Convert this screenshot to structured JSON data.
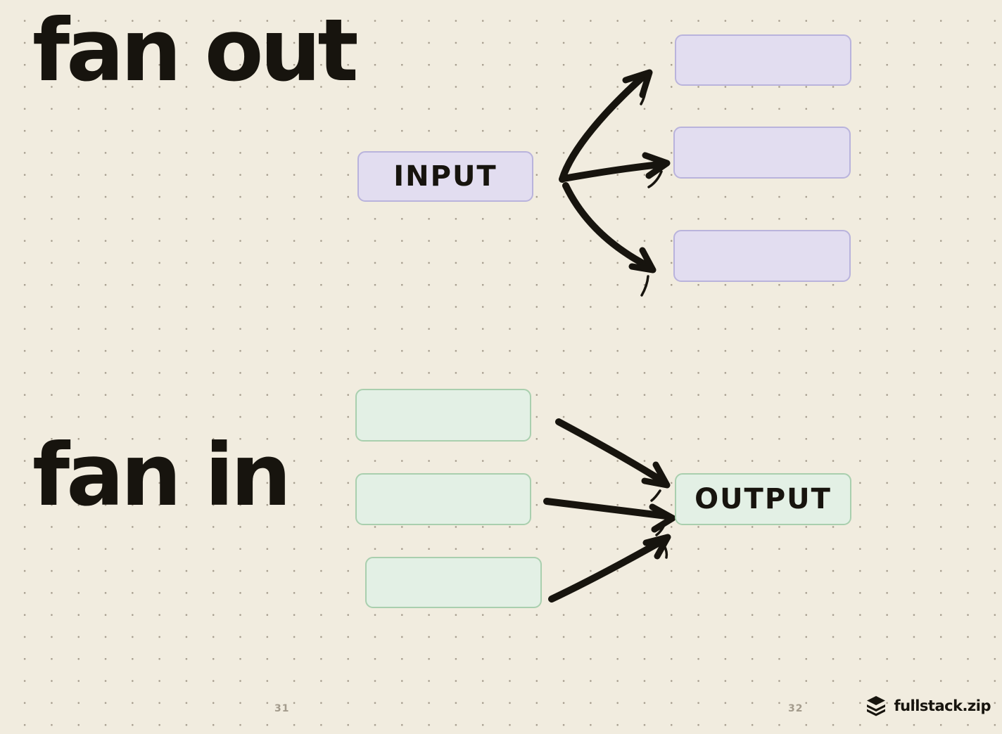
{
  "colors": {
    "bg": "#f1ecdf",
    "dot": "#a59c8d",
    "ink": "#17140e",
    "purple-fill": "#e2ddf0",
    "purple-border": "#b9b3dc",
    "green-fill": "#e3f0e5",
    "green-border": "#a9cfae",
    "page-num": "#a39b8c"
  },
  "fan_out": {
    "heading": "fan out",
    "input_label": "INPUT",
    "target_box_count": 3
  },
  "fan_in": {
    "heading": "fan in",
    "source_box_count": 3,
    "output_label": "OUTPUT"
  },
  "footer": {
    "left_page_number": "31",
    "right_page_number": "32",
    "brand": "fullstack.zip"
  }
}
